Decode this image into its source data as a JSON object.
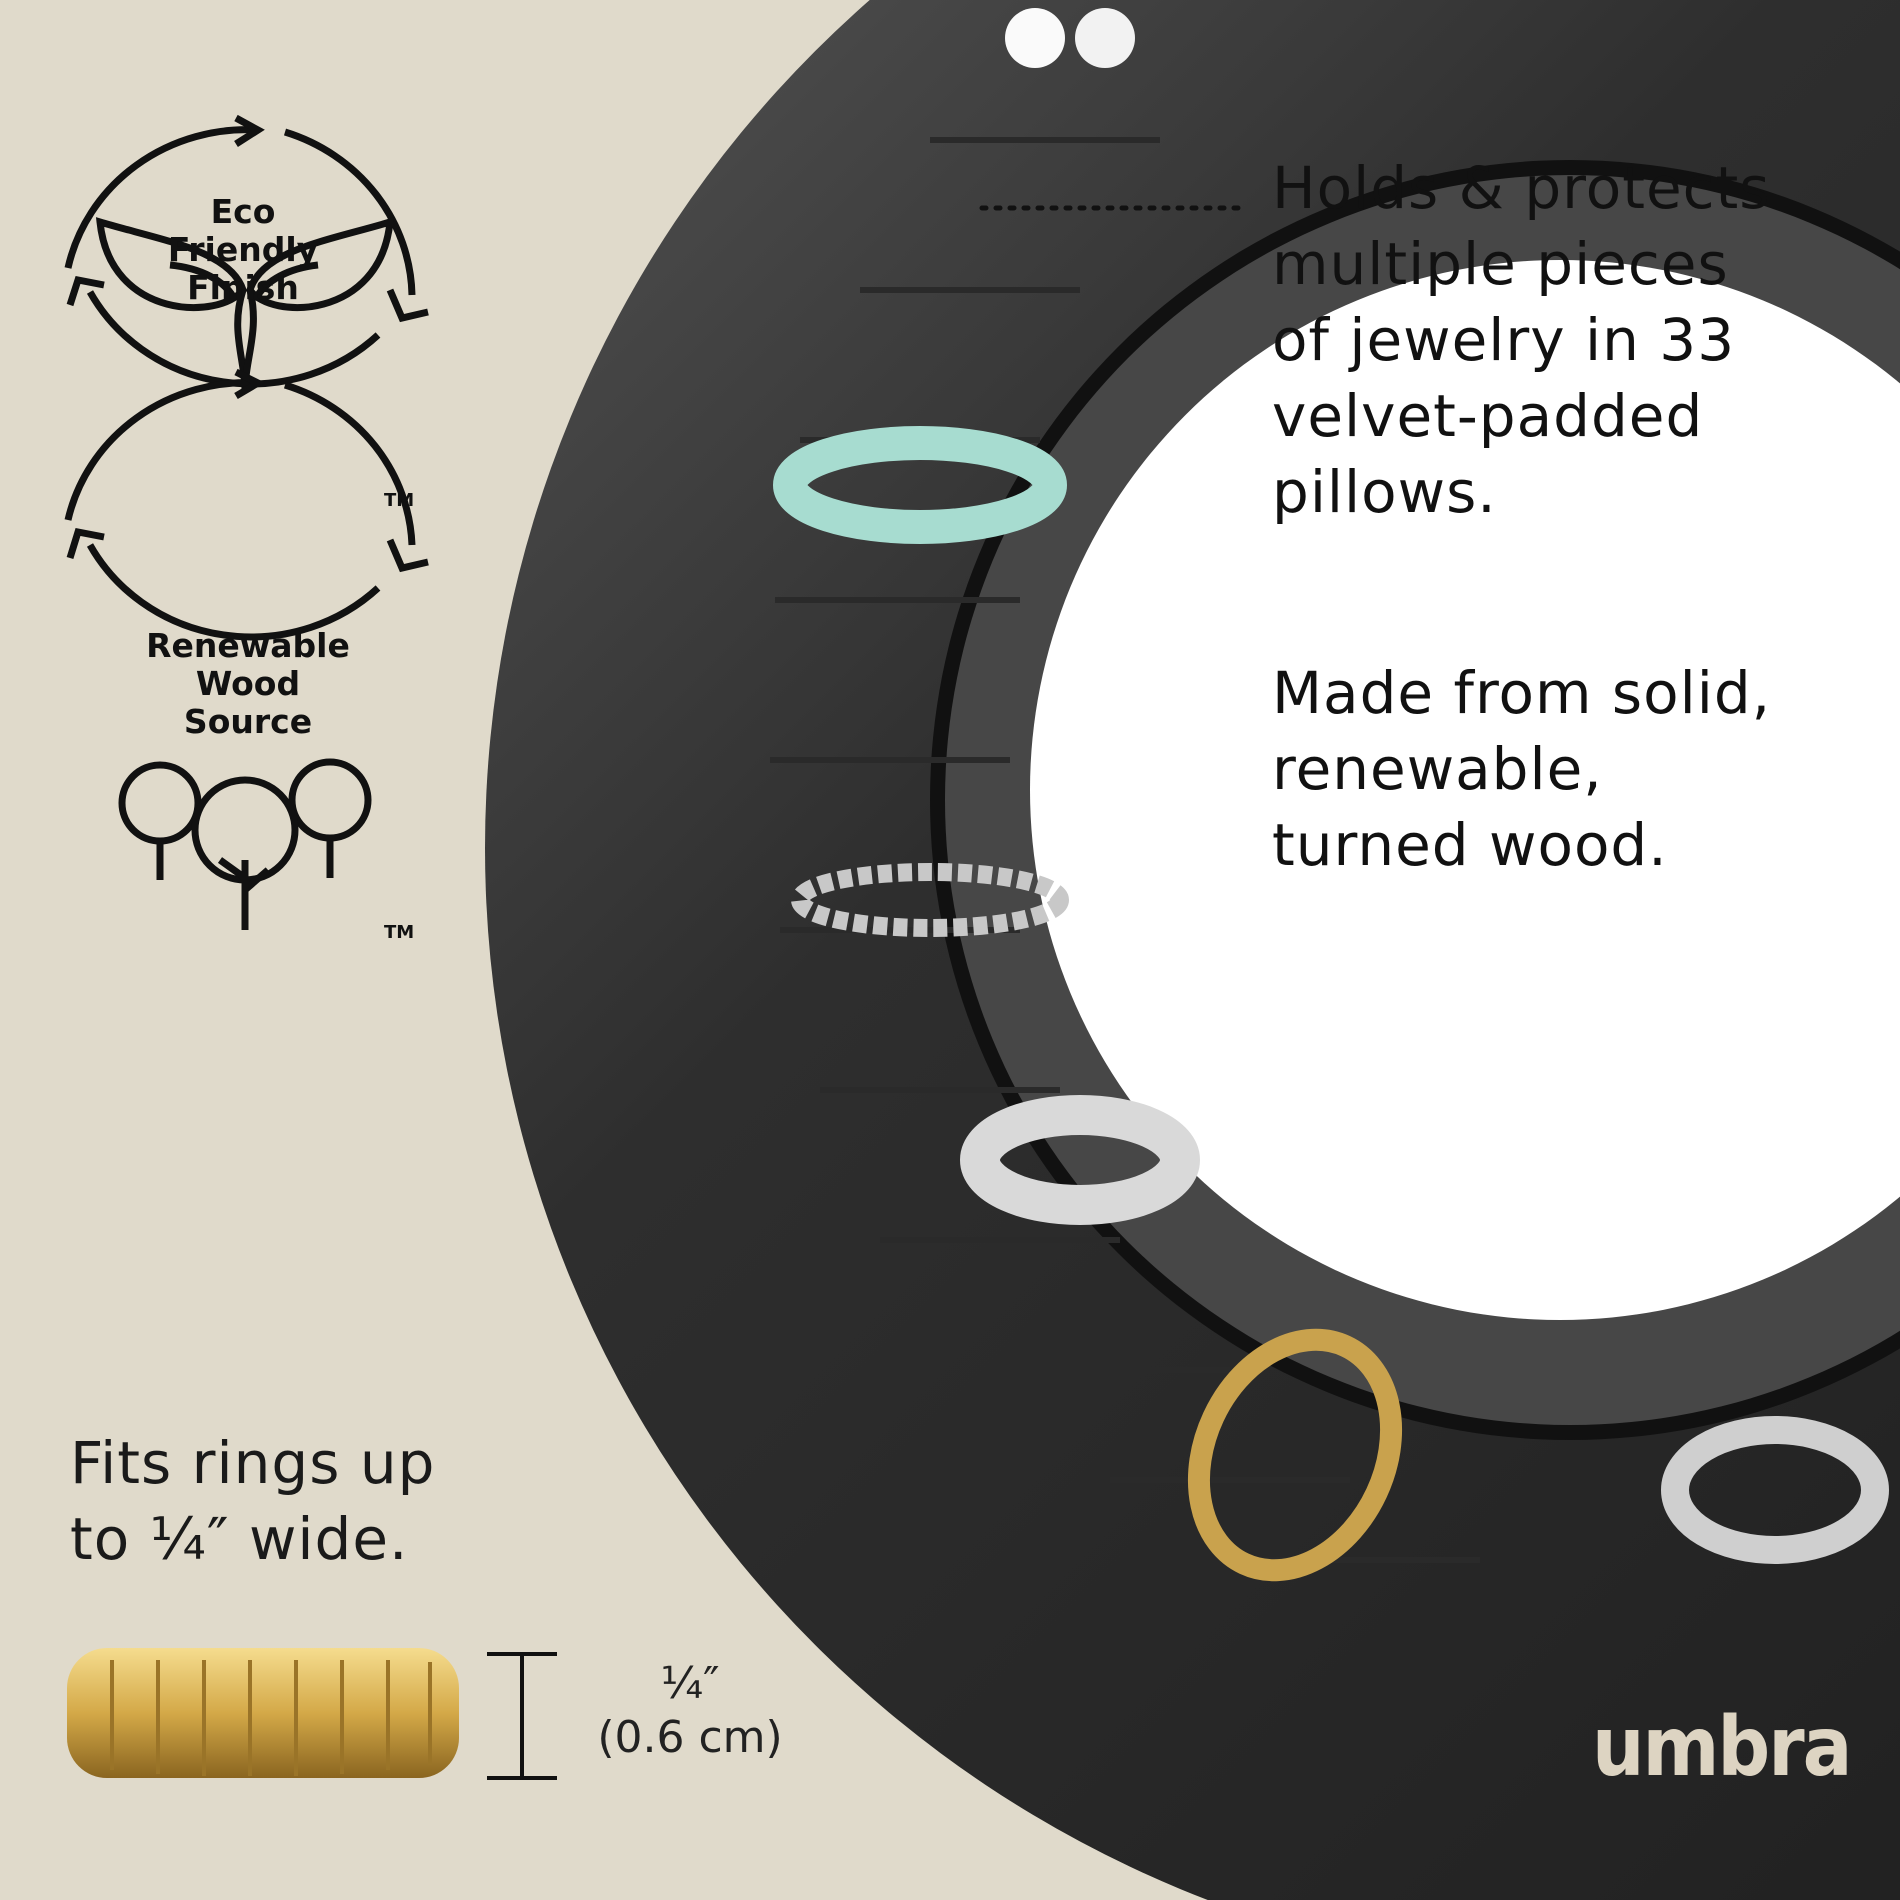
{
  "badges": [
    {
      "lines": [
        "Eco",
        "Friendly",
        "Finish"
      ],
      "mark": "TM",
      "icon": "leaf-sprout-icon"
    },
    {
      "lines": [
        "Renewable",
        "Wood",
        "Source"
      ],
      "mark": "TM",
      "icon": "trees-icon"
    }
  ],
  "features": {
    "holds": [
      "Holds & protects",
      "multiple pieces",
      "of jewelry in 33",
      "velvet-padded",
      "pillows."
    ],
    "material": [
      "Made from solid,",
      "renewable,",
      "turned wood."
    ]
  },
  "fit": {
    "lines": [
      "Fits rings up",
      "to ¼″ wide."
    ],
    "dimension_inches": "¼″",
    "dimension_cm": "(0.6 cm)"
  },
  "brand": {
    "logo": "umbra"
  },
  "colors": {
    "background": "#e0dacb",
    "wood": "#2b2b2b",
    "velvet": "#4a4a4a",
    "inner": "#ffffff",
    "gold": "#d9b35a",
    "logo": "#ddd4c2"
  }
}
